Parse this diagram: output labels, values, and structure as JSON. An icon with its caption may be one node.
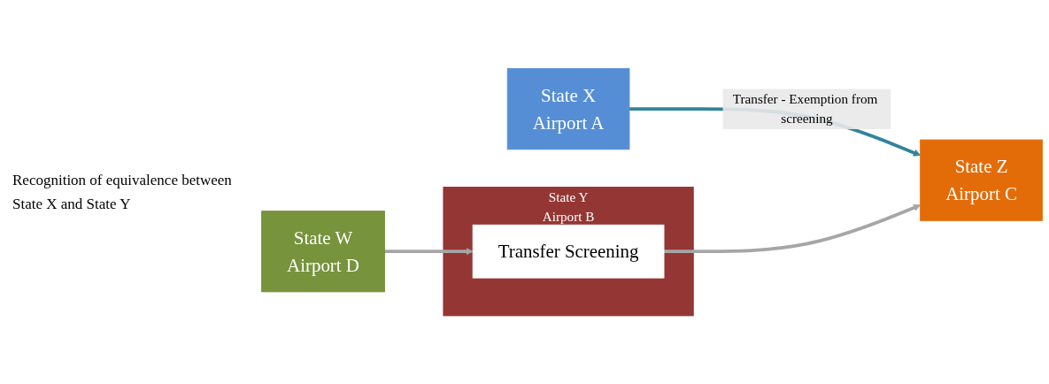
{
  "diagram": {
    "nodes": [
      {
        "text": [
          "State X",
          "Airport A"
        ]
      },
      {
        "text": [
          "State Y",
          "Airport B"
        ]
      },
      {
        "text": [
          "State Z",
          "Airport C"
        ]
      },
      {
        "text": [
          "State W",
          "Airport D"
        ]
      },
      {
        "text": [
          "Transfer Screening"
        ],
        "in": 1
      }
    ],
    "edges": [
      {
        "from": 0,
        "to": 2,
        "arrow": "to",
        "label": "Transfer - Exemption from screening",
        "color": "#31849b"
      },
      {
        "from": 3,
        "to": 4,
        "arrow": "to"
      },
      {
        "from": 4,
        "to": 2,
        "arrow": "to"
      }
    ],
    "labels": [
      "Recognition of equivalence between State X and State Y"
    ]
  }
}
